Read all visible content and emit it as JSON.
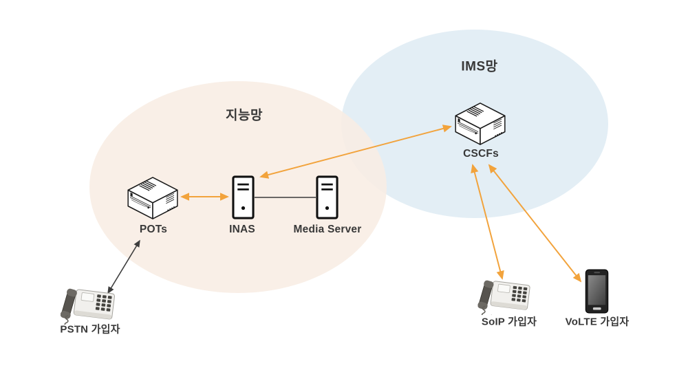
{
  "networks": {
    "intelligent": {
      "label": "지능망"
    },
    "ims": {
      "label": "IMS망"
    }
  },
  "nodes": {
    "pots": {
      "label": "POTs",
      "icon": "network-box-icon"
    },
    "inas": {
      "label": "INAS",
      "icon": "tower-server-icon"
    },
    "media_server": {
      "label": "Media Server",
      "icon": "tower-server-icon"
    },
    "cscfs": {
      "label": "CSCFs",
      "icon": "network-box-icon"
    },
    "pstn_subscriber": {
      "label": "PSTN 가입자",
      "icon": "desk-phone-icon"
    },
    "soip_subscriber": {
      "label": "SoIP 가입자",
      "icon": "desk-phone-icon"
    },
    "volte_subscriber": {
      "label": "VoLTE 가입자",
      "icon": "smartphone-icon"
    }
  },
  "connections": [
    {
      "from": "pots",
      "to": "inas",
      "style": "orange-double-arrow"
    },
    {
      "from": "inas",
      "to": "media_server",
      "style": "plain-line"
    },
    {
      "from": "inas",
      "to": "cscfs",
      "style": "orange-double-arrow"
    },
    {
      "from": "cscfs",
      "to": "soip_subscriber",
      "style": "orange-double-arrow"
    },
    {
      "from": "cscfs",
      "to": "volte_subscriber",
      "style": "orange-double-arrow"
    },
    {
      "from": "pots",
      "to": "pstn_subscriber",
      "style": "dark-double-arrow"
    }
  ],
  "colors": {
    "intelligent_fill": "#f8ede4",
    "ims_fill": "#e3eef5",
    "arrow_orange": "#f2a33c",
    "arrow_dark": "#3d3d3d",
    "label_text": "#383838",
    "canvas_bg": "#ffffff"
  }
}
